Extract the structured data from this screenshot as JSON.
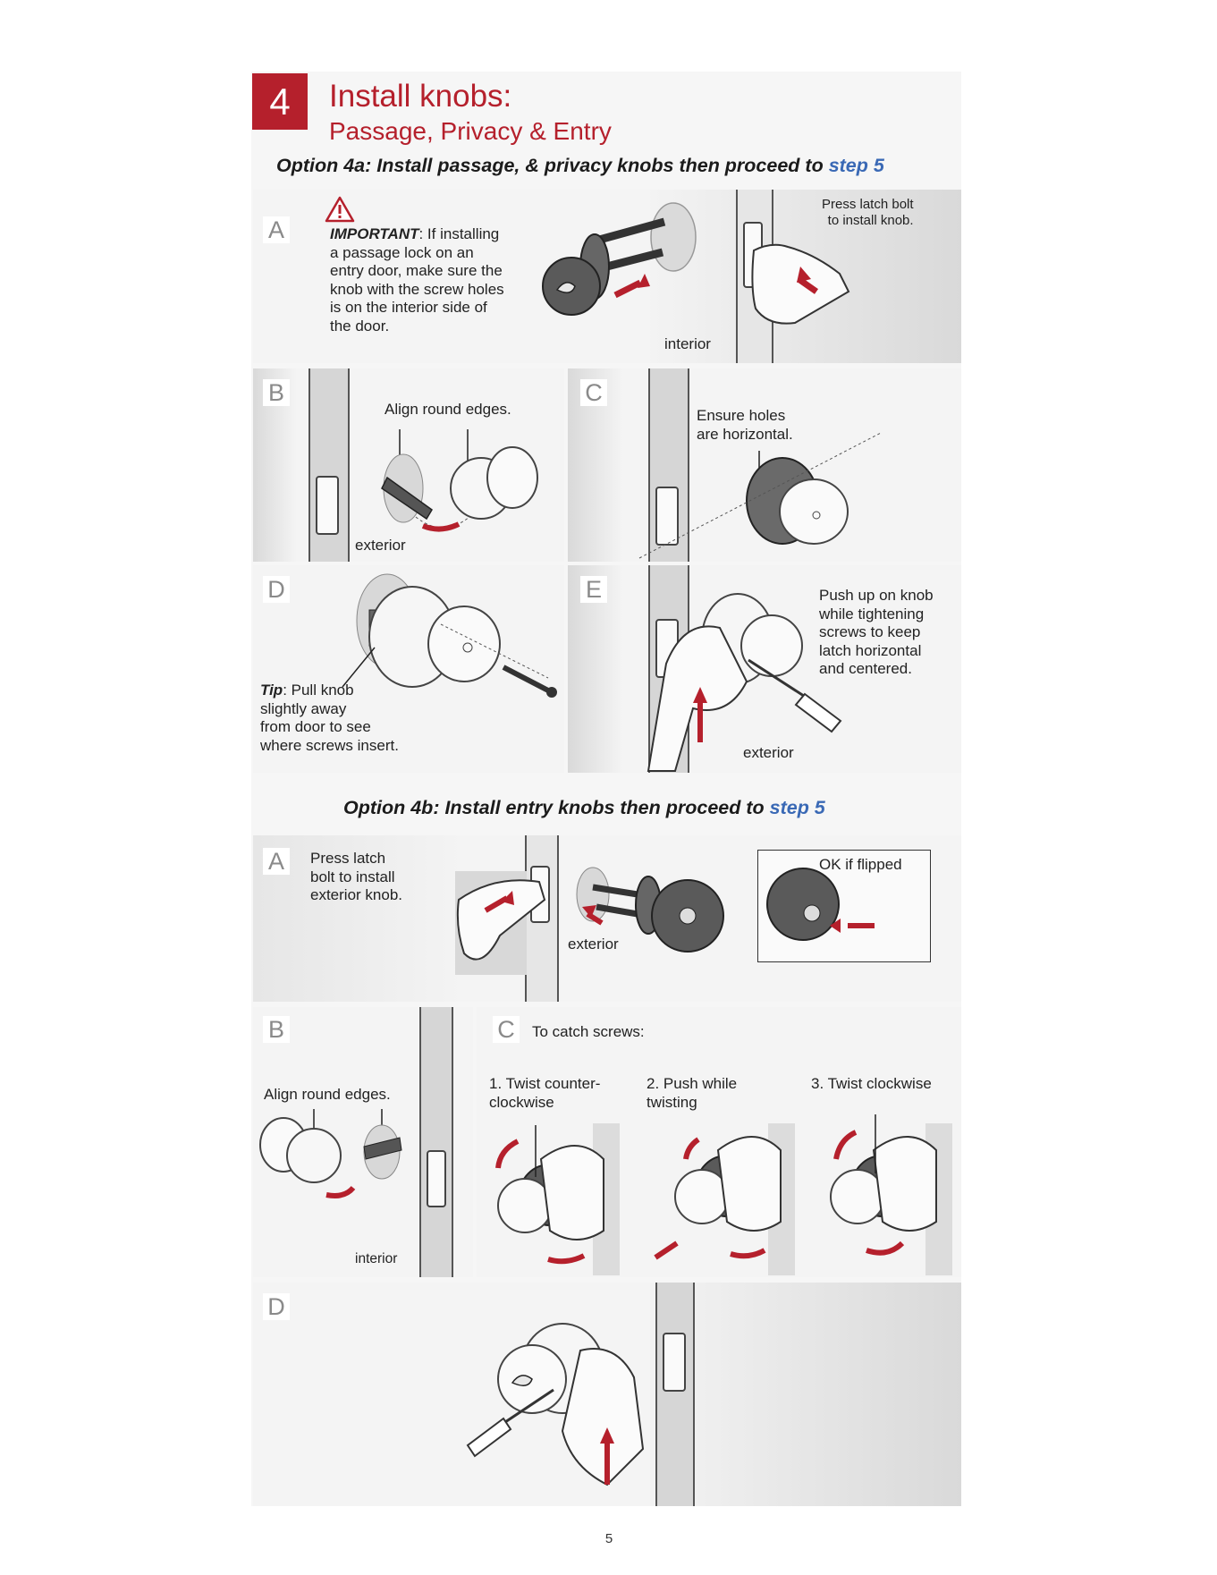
{
  "header": {
    "step_number": "4",
    "title": "Install knobs:",
    "subtitle": "Passage, Privacy & Entry",
    "accent_color": "#b5202c"
  },
  "option_a": {
    "heading_prefix": "Option 4a: Install passage, & privacy knobs then proceed to ",
    "heading_link": "step 5",
    "step_a": {
      "letter": "A",
      "important_label": "IMPORTANT",
      "important_text": ": If installing\na passage lock on an\nentry door, make sure the\nknob with the screw holes\nis on the interior side of\nthe door.",
      "interior_label": "interior",
      "press_latch_label": "Press latch bolt\nto install knob.",
      "warning_icon": "warning-triangle-icon"
    },
    "step_b": {
      "letter": "B",
      "align_label": "Align round edges.",
      "exterior_label": "exterior"
    },
    "step_c": {
      "letter": "C",
      "ensure_label": "Ensure holes\nare horizontal."
    },
    "step_d": {
      "letter": "D",
      "tip_label": "Tip",
      "tip_text": ": Pull knob\nslightly away\nfrom door to see\nwhere screws insert."
    },
    "step_e": {
      "letter": "E",
      "push_label": "Push up on knob\nwhile tightening\nscrews to keep\nlatch horizontal\nand centered.",
      "exterior_label": "exterior"
    }
  },
  "option_b": {
    "heading_prefix": "Option 4b: Install entry knobs then proceed to ",
    "heading_link": "step 5",
    "step_a": {
      "letter": "A",
      "press_label": "Press latch\nbolt to install\nexterior knob.",
      "exterior_label": "exterior",
      "flipped_label": "OK if flipped"
    },
    "step_b": {
      "letter": "B",
      "align_label": "Align round edges.",
      "interior_label": "interior"
    },
    "step_c": {
      "letter": "C",
      "catch_label": "To catch screws:",
      "steps": [
        "1. Twist counter-\n    clockwise",
        "2. Push while\n    twisting",
        "3. Twist clockwise"
      ]
    },
    "step_d": {
      "letter": "D"
    }
  },
  "footer": {
    "page_number": "5"
  },
  "colors": {
    "link": "#3a69b5",
    "arrow": "#b5202c",
    "knob_dark": "#555555",
    "background": "#f2f2f2"
  }
}
